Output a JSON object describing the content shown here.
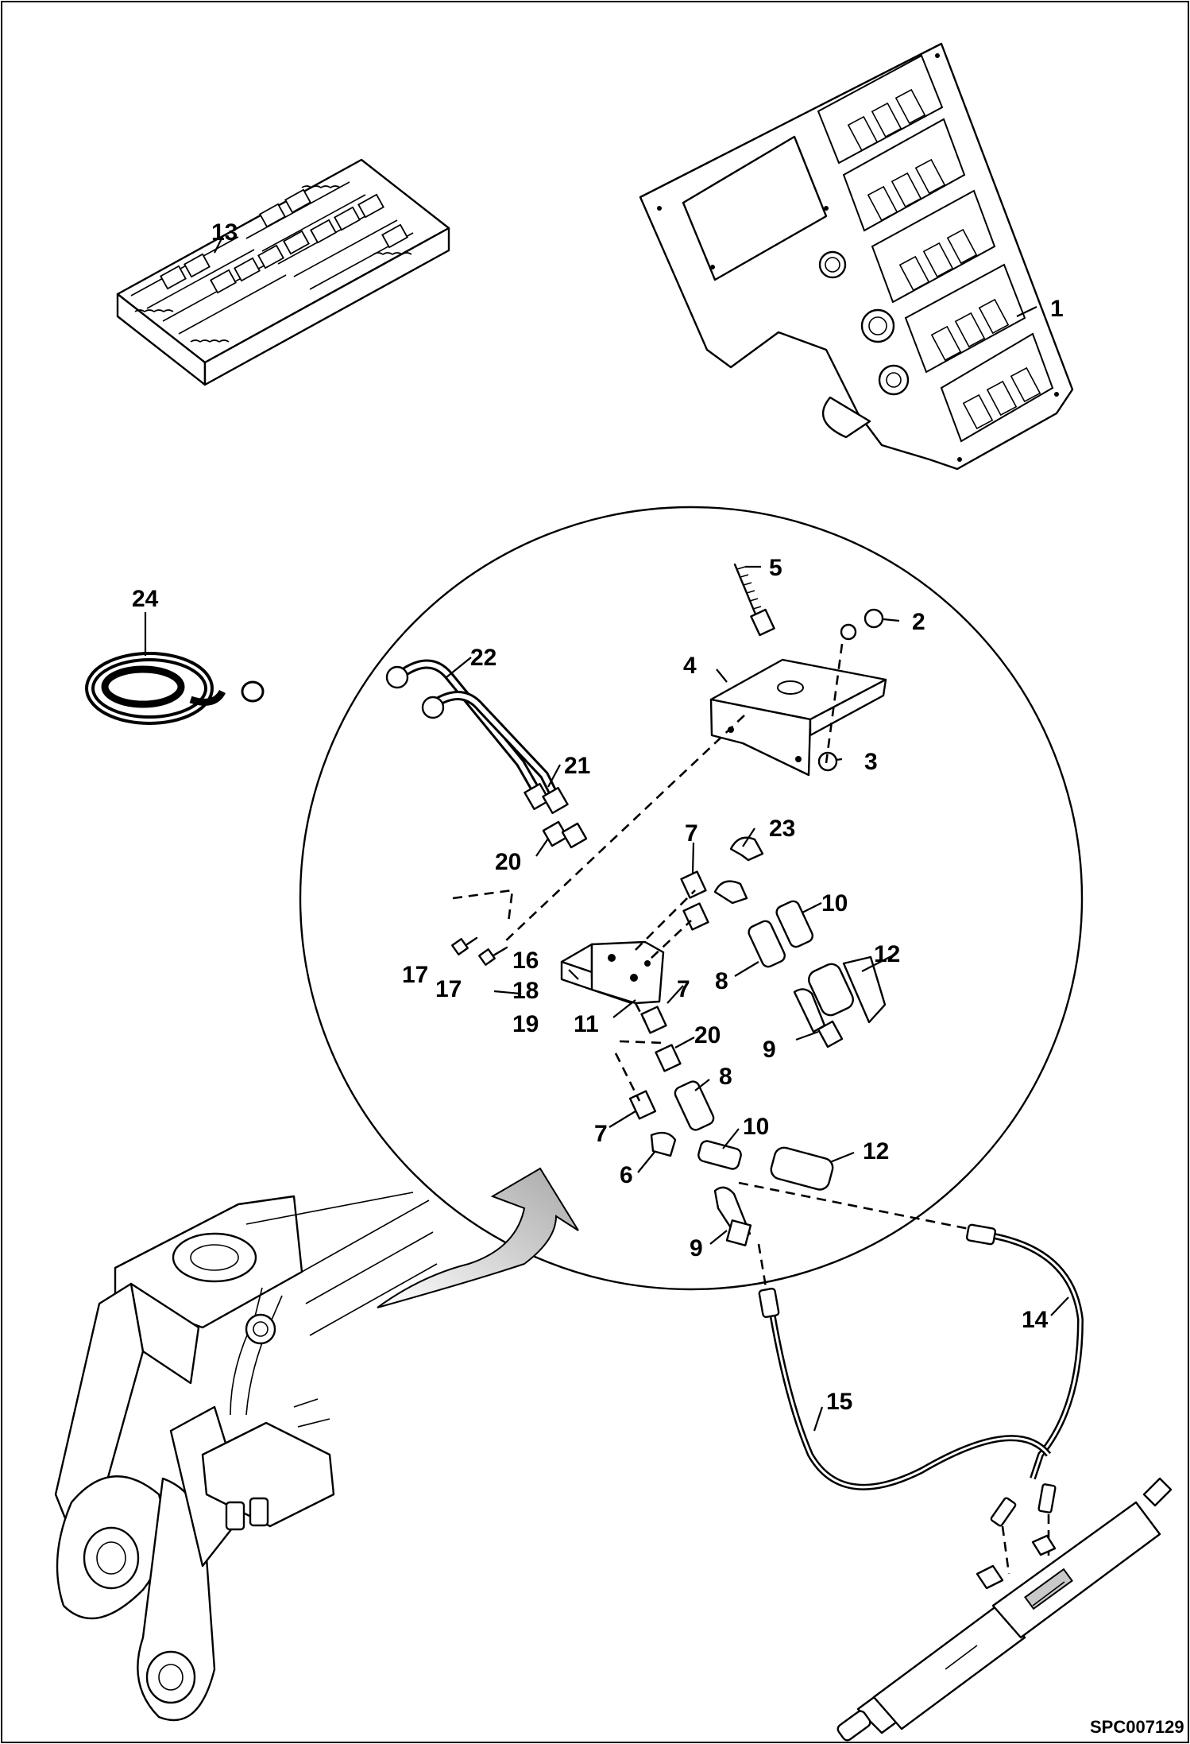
{
  "drawing": {
    "reference": "SPC007129",
    "callouts": {
      "c1": "1",
      "c2": "2",
      "c3": "3",
      "c4": "4",
      "c5": "5",
      "c6": "6",
      "c7a": "7",
      "c7b": "7",
      "c7c": "7",
      "c8a": "8",
      "c8b": "8",
      "c9a": "9",
      "c9b": "9",
      "c10a": "10",
      "c10b": "10",
      "c11": "11",
      "c12a": "12",
      "c12b": "12",
      "c13": "13",
      "c14": "14",
      "c15": "15",
      "c16": "16",
      "c17a": "17",
      "c17b": "17",
      "c18": "18",
      "c19": "19",
      "c20a": "20",
      "c20b": "20",
      "c21": "21",
      "c22": "22",
      "c23": "23",
      "c24": "24"
    }
  }
}
